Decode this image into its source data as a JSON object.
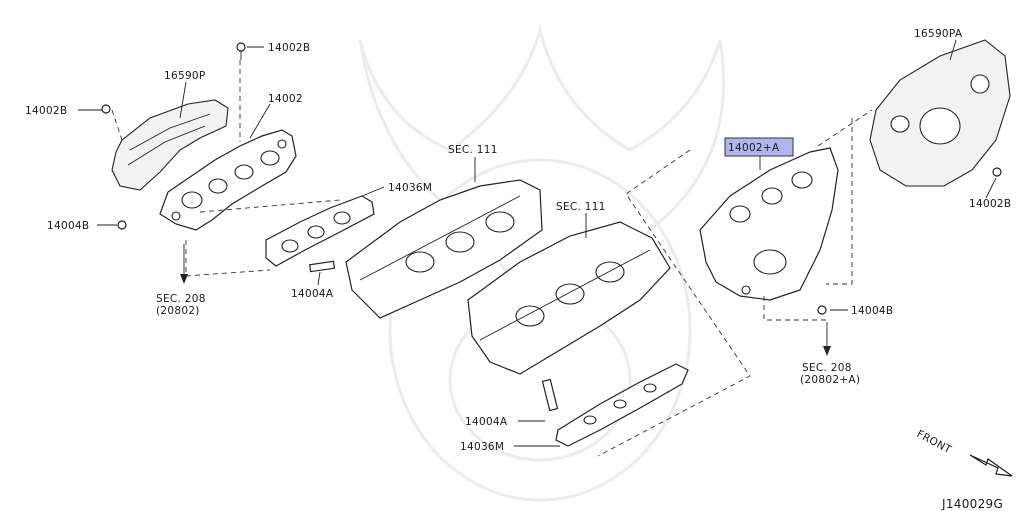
{
  "labels": {
    "p14002B_top": "14002B",
    "p16590P": "16590P",
    "p14002B_left": "14002B",
    "p14002": "14002",
    "p14004B_left": "14004B",
    "p14036M_top": "14036M",
    "sec111_left": "SEC. 111",
    "sec111_mid": "SEC. 111",
    "p14004A_top": "14004A",
    "sec208_left": "SEC. 208",
    "sec208_left_sub": "(20802)",
    "p14002A": "14002+A",
    "p16590PA": "16590PA",
    "p14002B_right": "14002B",
    "p14004B_right": "14004B",
    "sec208_right": "SEC. 208",
    "sec208_right_sub": "(20802+A)",
    "p14004A_bottom": "14004A",
    "p14036M_bottom": "14036M",
    "front": "FRONT",
    "diagram_code": "J140029G"
  },
  "highlight": {
    "part": "14002+A",
    "color": "#b3b3f0"
  }
}
